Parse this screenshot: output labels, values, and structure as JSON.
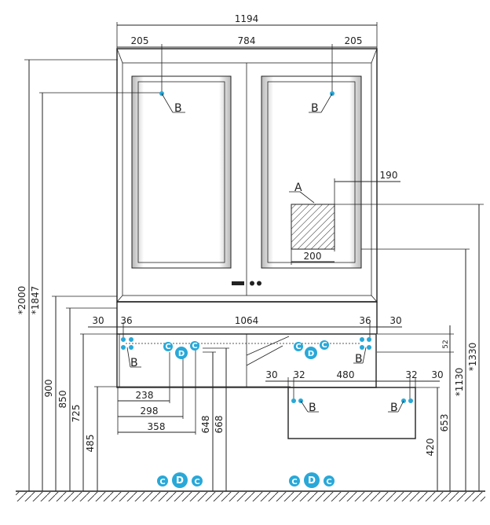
{
  "dimensions": {
    "overall_width": "1194",
    "side_left": "205",
    "middle": "784",
    "side_right": "205",
    "h_2000": "*2000",
    "h_1847": "*1847",
    "h_900": "900",
    "h_850": "850",
    "h_725": "725",
    "h_485": "485",
    "d_30_left": "30",
    "d_36_left": "36",
    "d_1064": "1064",
    "d_36_right": "36",
    "d_30_right": "30",
    "d_238": "238",
    "d_298": "298",
    "d_358": "358",
    "d_648": "648",
    "d_668": "668",
    "d_190": "190",
    "d_200": "200",
    "d_52": "52",
    "d_1130": "*1130",
    "d_1330": "*1330",
    "d_653": "653",
    "d_420": "420",
    "d_30_drawer_left": "30",
    "d_32_drawer_left": "32",
    "d_480": "480",
    "d_32_drawer_right": "32",
    "d_30_drawer_right": "30"
  },
  "labels": {
    "a": "A",
    "b": "B",
    "c": "C",
    "d": "D"
  },
  "colors": {
    "marker": "#29a8d8",
    "line": "#222222"
  }
}
